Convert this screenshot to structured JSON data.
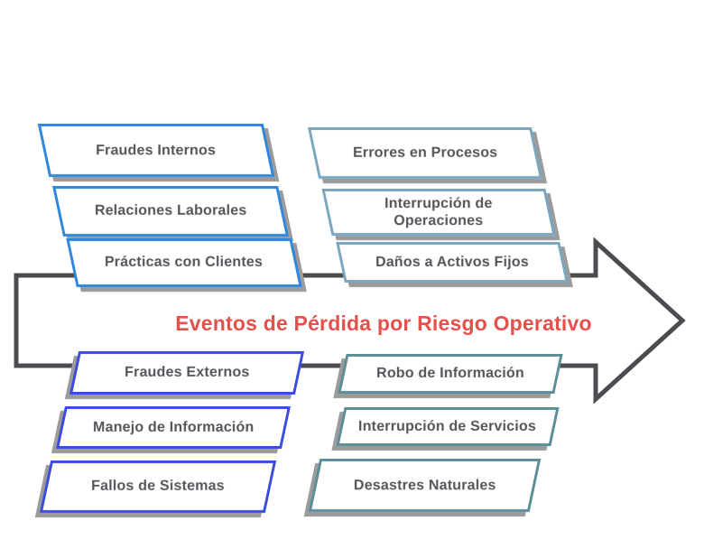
{
  "title": {
    "text": "Eventos de Pérdida por Riesgo Operativo",
    "color": "#e4504b"
  },
  "colors": {
    "left_top_accent": "#2e86de",
    "left_bottom_accent": "#3a4ce0",
    "right_top_accent": "#7ba6c0",
    "right_bottom_accent": "#5b8e99",
    "neutral_label": "#54555a",
    "arrow_outline": "#4b4c50",
    "box_shadow": "#9b9b9b"
  },
  "boxes": {
    "l1": {
      "label": "Fraudes Internos"
    },
    "l2": {
      "label": "Relaciones Laborales"
    },
    "l3": {
      "label": "Prácticas con Clientes"
    },
    "l4": {
      "label": "Fraudes Externos"
    },
    "l5": {
      "label": "Manejo de Información"
    },
    "l6": {
      "label": "Fallos de Sistemas"
    },
    "r1": {
      "label": "Errores en Procesos"
    },
    "r2": {
      "label": "Interrupción de\nOperaciones"
    },
    "r3": {
      "label": "Daños a Activos Fijos"
    },
    "r4": {
      "label": "Robo de Información"
    },
    "r5": {
      "label": "Interrupción de Servicios"
    },
    "r6": {
      "label": "Desastres Naturales"
    }
  }
}
